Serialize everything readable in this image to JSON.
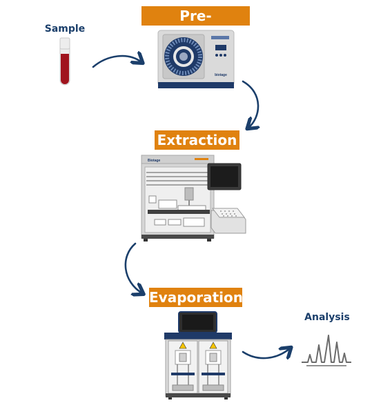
{
  "stages": {
    "pretreatment": "Pre-treatment",
    "extraction": "Extraction",
    "evaporation": "Evaporation"
  },
  "nodes": {
    "sample": "Sample",
    "analysis": "Analysis"
  },
  "devices": {
    "incubator_brand": "biotage",
    "extraction_brand": "Biotage"
  },
  "colors": {
    "label_bg": "#E0820F",
    "arrow": "#1B3F6B",
    "device_grey": "#D9D9D9",
    "device_dark": "#3B3B3B",
    "navy": "#1F3A68",
    "blood": "#A0141E"
  }
}
